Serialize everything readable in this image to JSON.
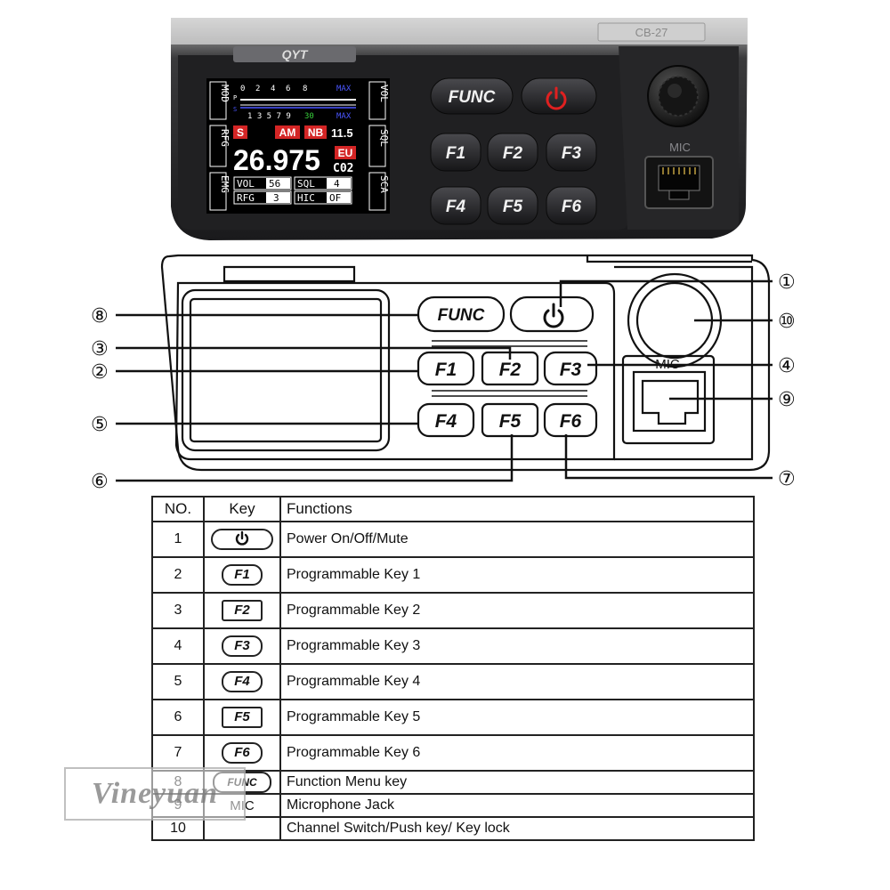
{
  "photo": {
    "brand_plate": "QYT",
    "model_plate": "CB-27",
    "mic_label": "MIC",
    "left_tags": [
      "MOD",
      "RFG",
      "EMG"
    ],
    "right_tags": [
      "VOL",
      "SQL",
      "SCA"
    ],
    "scale_top": [
      "0",
      "2",
      "4",
      "6",
      "8"
    ],
    "scale_top_max": "MAX",
    "scale_bottom": "1 3 5 7 9",
    "scale_bottom_30": "30",
    "scale_bottom_max": "MAX",
    "p_marker": "P",
    "s_marker": "S",
    "badge_s": "S",
    "badge_am": "AM",
    "badge_nb": "NB",
    "voltage": "11.5",
    "frequency": "26.975",
    "region": "EU",
    "channel": "C02",
    "vol_label": "VOL",
    "vol_value": "56",
    "sql_label": "SQL",
    "sql_value": "4",
    "rfg_label": "RFG",
    "rfg_value": "3",
    "hic_label": "HIC",
    "hic_value": "OF",
    "buttons": {
      "func": "FUNC",
      "f1": "F1",
      "f2": "F2",
      "f3": "F3",
      "f4": "F4",
      "f5": "F5",
      "f6": "F6"
    }
  },
  "diagram": {
    "buttons": {
      "func": "FUNC",
      "f1": "F1",
      "f2": "F2",
      "f3": "F3",
      "f4": "F4",
      "f5": "F5",
      "f6": "F6"
    },
    "mic_label": "MIC",
    "callouts": [
      "①",
      "②",
      "③",
      "④",
      "⑤",
      "⑥",
      "⑦",
      "⑧",
      "⑨",
      "⑩"
    ]
  },
  "table": {
    "headers": {
      "no": "NO.",
      "key": "Key",
      "functions": "Functions"
    },
    "rows": [
      {
        "no": "1",
        "key": "",
        "function": "Power On/Off/Mute"
      },
      {
        "no": "2",
        "key": "F1",
        "function": "Programmable Key 1"
      },
      {
        "no": "3",
        "key": "F2",
        "function": "Programmable Key 2"
      },
      {
        "no": "4",
        "key": "F3",
        "function": "Programmable Key 3"
      },
      {
        "no": "5",
        "key": "F4",
        "function": "Programmable Key 4"
      },
      {
        "no": "6",
        "key": "F5",
        "function": "Programmable Key 5"
      },
      {
        "no": "7",
        "key": "F6",
        "function": "Programmable Key 6"
      },
      {
        "no": "8",
        "key": "FUNC",
        "function": "Function Menu key"
      },
      {
        "no": "9",
        "key": "MIC",
        "function": "Microphone Jack"
      },
      {
        "no": "10",
        "key": "",
        "function": "Channel Switch/Push key/ Key lock"
      }
    ]
  },
  "watermark": "Vineyuan",
  "colors": {
    "body_dark": "#1d1d1f",
    "screen_bg": "#000000",
    "badge_red": "#d42525",
    "scale_blue": "#4a56ff",
    "scale_green": "#39d13c",
    "power_red": "#e02020"
  }
}
